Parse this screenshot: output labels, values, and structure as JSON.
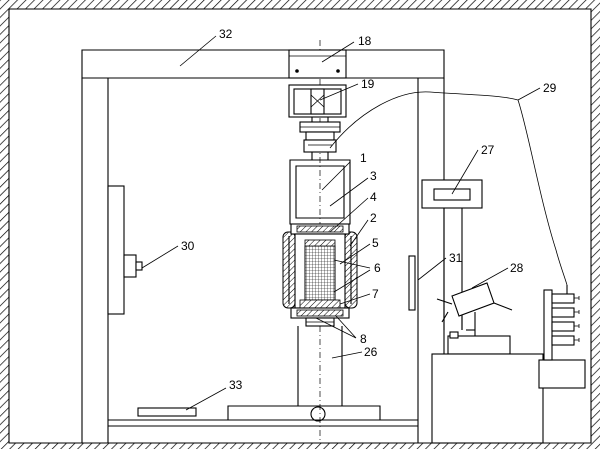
{
  "labels": {
    "l1": "1",
    "l2": "2",
    "l3": "3",
    "l4": "4",
    "l5": "5",
    "l6": "6",
    "l7": "7",
    "l8": "8",
    "l18": "18",
    "l19": "19",
    "l26": "26",
    "l27": "27",
    "l28": "28",
    "l29": "29",
    "l30": "30",
    "l31": "31",
    "l32": "32",
    "l33": "33"
  }
}
